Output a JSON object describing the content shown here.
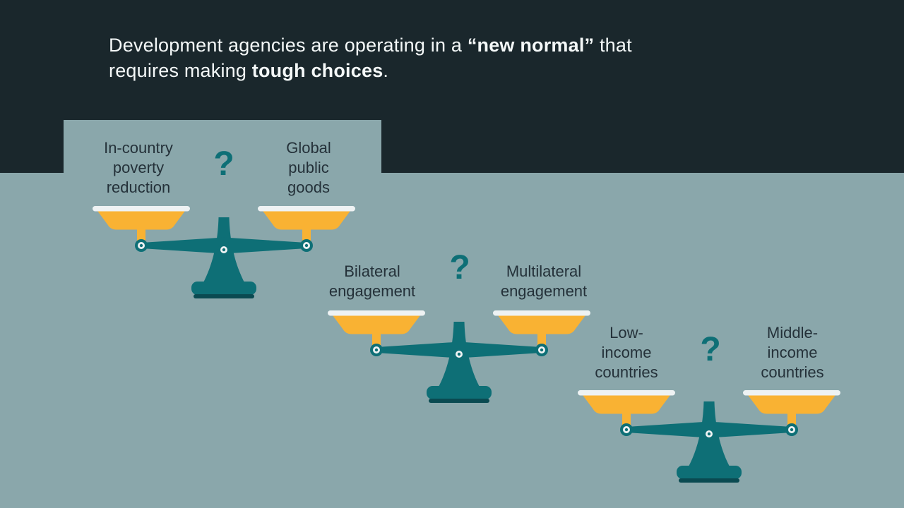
{
  "header": {
    "seg1": "Development agencies are operating in a ",
    "seg2_bold": "“new normal”",
    "seg3": " that",
    "seg4": "requires making ",
    "seg5_bold": "tough choices",
    "seg6": "."
  },
  "scales": [
    {
      "left_label": "In-country\npoverty\nreduction",
      "question_mark": "?",
      "right_label": "Global\npublic\ngoods"
    },
    {
      "left_label": "Bilateral\nengagement",
      "question_mark": "?",
      "right_label": "Multilateral\nengagement"
    },
    {
      "left_label": "Low-\nincome\ncountries",
      "question_mark": "?",
      "right_label": "Middle-\nincome\ncountries"
    }
  ],
  "colors": {
    "header_background": "#1a272c",
    "page_background": "#8aa7ab",
    "scale_teal": "#0e6f76",
    "scale_teal_dark": "#0a4a51",
    "pan_yellow": "#f9b233",
    "pan_rim_white": "#eef2f3",
    "label_text": "#243139",
    "headline_text": "#f4f8f8"
  }
}
